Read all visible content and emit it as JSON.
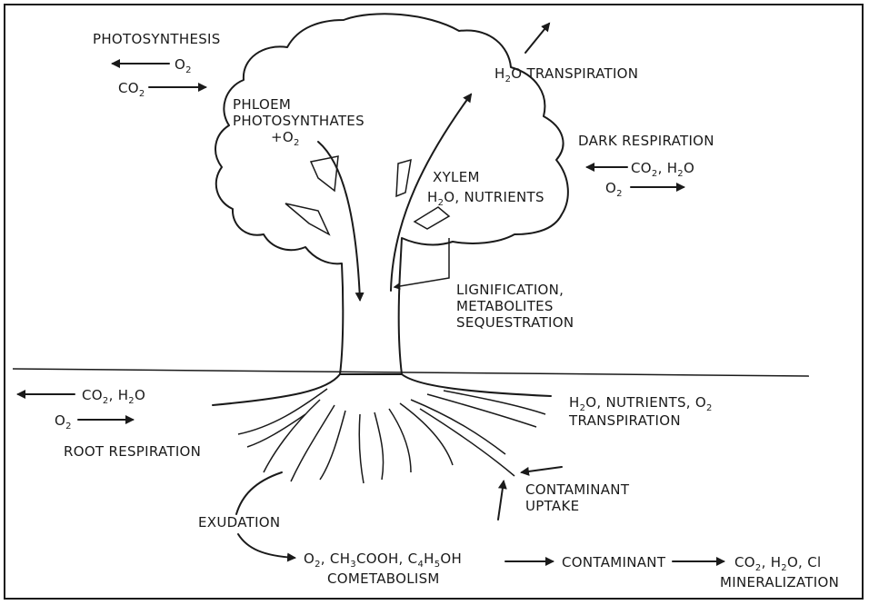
{
  "labels": {
    "photosynthesis": "PHOTOSYNTHESIS",
    "photo_o2": "O",
    "photo_o2_sub": "2",
    "photo_co2": "CO",
    "photo_co2_sub": "2",
    "transpiration_h": "H",
    "transpiration_h_sub": "2",
    "transpiration_rest": "O  TRANSPIRATION",
    "phloem_1": "PHLOEM",
    "phloem_2": "PHOTOSYNTHATES",
    "phloem_3": "+O",
    "phloem_3_sub": "2",
    "dark_respiration": "DARK RESPIRATION",
    "dark_co2": "CO",
    "dark_co2_sub": "2",
    "dark_h2o": ",  H",
    "dark_h2o_sub": "2",
    "dark_h2o_end": "O",
    "dark_o2": "O",
    "dark_o2_sub": "2",
    "xylem_1": "XYLEM",
    "xylem_2a": "H",
    "xylem_2a_sub": "2",
    "xylem_2b": "O,  NUTRIENTS",
    "lignification_1": "LIGNIFICATION,",
    "lignification_2": "METABOLITES",
    "lignification_3": "SEQUESTRATION",
    "root_co2": "CO",
    "root_co2_sub": "2",
    "root_h2o": ",  H",
    "root_h2o_sub": "2",
    "root_h2o_end": "O",
    "root_o2": "O",
    "root_o2_sub": "2",
    "root_respiration": "ROOT RESPIRATION",
    "uptake_1a": "H",
    "uptake_1a_sub": "2",
    "uptake_1b": "O,  NUTRIENTS,  O",
    "uptake_1b_sub": "2",
    "uptake_2": "TRANSPIRATION",
    "contaminant_uptake_1": "CONTAMINANT",
    "contaminant_uptake_2": "UPTAKE",
    "exudation": "EXUDATION",
    "cometab_o2": "O",
    "cometab_o2_sub": "2",
    "cometab_ch": ",  CH",
    "cometab_ch_sub": "3",
    "cometab_cooh": "COOH,  C",
    "cometab_c_sub": "4",
    "cometab_h": "H",
    "cometab_h_sub": "5",
    "cometab_oh": "OH",
    "cometabolism": "COMETABOLISM",
    "contaminant": "CONTAMINANT",
    "mineral_co2": "CO",
    "mineral_co2_sub": "2",
    "mineral_rest_a": ",  H",
    "mineral_rest_sub": "2",
    "mineral_rest_b": "O,  Cl",
    "mineralization": "MINERALIZATION"
  },
  "colors": {
    "ink": "#1a1a1a",
    "background": "#ffffff"
  }
}
